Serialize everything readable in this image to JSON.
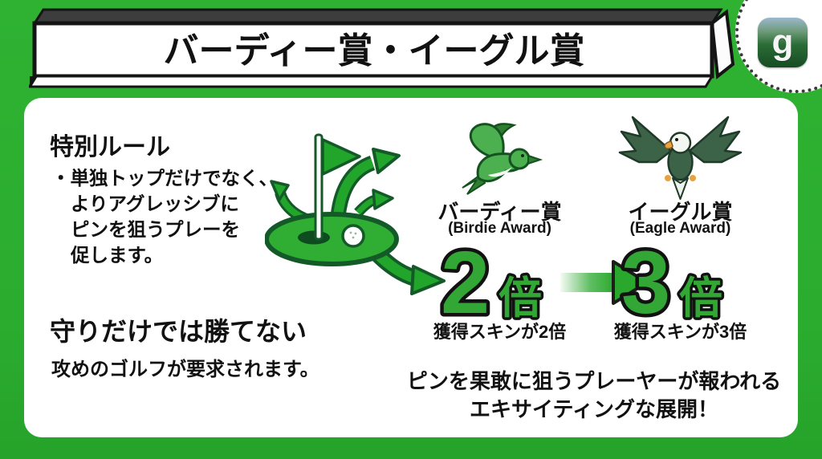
{
  "header": {
    "title": "バーディー賞・イーグル賞"
  },
  "logo": {
    "letter": "g"
  },
  "rules": {
    "heading": "特別ルール",
    "lines": [
      "・単独トップだけでなく、",
      "よりアグレッシブに",
      "ピンを狙うプレーを",
      "促します。"
    ],
    "statement_title": "守りだけでは勝てない",
    "statement_body": "攻めのゴルフが要求されます。"
  },
  "awards": {
    "birdie": {
      "title": "バーディー賞",
      "subtitle": "(Birdie Award)",
      "multiplier_value": "2",
      "multiplier_unit": "倍",
      "description": "獲得スキンが2倍"
    },
    "eagle": {
      "title": "イーグル賞",
      "subtitle": "(Eagle Award)",
      "multiplier_value": "3",
      "multiplier_unit": "倍",
      "description": "獲得スキンが3倍"
    }
  },
  "footer": {
    "line1": "ピンを果敢に狙うプレーヤーが報われる",
    "line2": "エキサイティングな展開！"
  },
  "colors": {
    "background": "#2BAC2F",
    "accent_green": "#2AA82E",
    "multiplier_green": "#32A736",
    "text": "#111111"
  }
}
